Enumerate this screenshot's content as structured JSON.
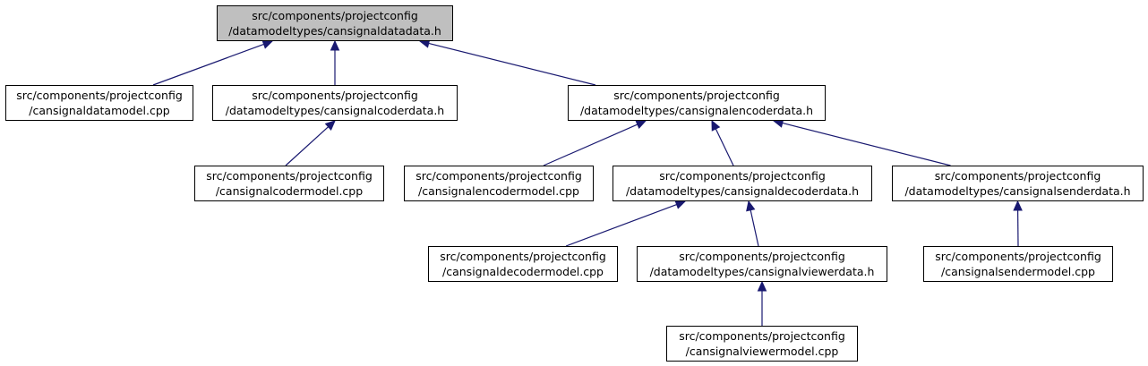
{
  "colors": {
    "edge": "#191970",
    "border": "#000000",
    "root_fill": "#bfbfbf",
    "node_fill": "#ffffff"
  },
  "nodes": {
    "root": {
      "line1": "src/components/projectconfig",
      "line2": "/datamodeltypes/cansignaldatadata.h"
    },
    "datamodel_cpp": {
      "line1": "src/components/projectconfig",
      "line2": "/cansignaldatamodel.cpp"
    },
    "coderdata_h": {
      "line1": "src/components/projectconfig",
      "line2": "/datamodeltypes/cansignalcoderdata.h"
    },
    "encoderdata_h": {
      "line1": "src/components/projectconfig",
      "line2": "/datamodeltypes/cansignalencoderdata.h"
    },
    "codermodel_cpp": {
      "line1": "src/components/projectconfig",
      "line2": "/cansignalcodermodel.cpp"
    },
    "encodermodel_cpp": {
      "line1": "src/components/projectconfig",
      "line2": "/cansignalencodermodel.cpp"
    },
    "decoderdata_h": {
      "line1": "src/components/projectconfig",
      "line2": "/datamodeltypes/cansignaldecoderdata.h"
    },
    "senderdata_h": {
      "line1": "src/components/projectconfig",
      "line2": "/datamodeltypes/cansignalsenderdata.h"
    },
    "decodermodel_cpp": {
      "line1": "src/components/projectconfig",
      "line2": "/cansignaldecodermodel.cpp"
    },
    "viewerdata_h": {
      "line1": "src/components/projectconfig",
      "line2": "/datamodeltypes/cansignalviewerdata.h"
    },
    "sendermodel_cpp": {
      "line1": "src/components/projectconfig",
      "line2": "/cansignalsendermodel.cpp"
    },
    "viewermodel_cpp": {
      "line1": "src/components/projectconfig",
      "line2": "/cansignalviewermodel.cpp"
    }
  },
  "edges": [
    {
      "from": "datamodel_cpp",
      "to": "root"
    },
    {
      "from": "coderdata_h",
      "to": "root"
    },
    {
      "from": "encoderdata_h",
      "to": "root"
    },
    {
      "from": "codermodel_cpp",
      "to": "coderdata_h"
    },
    {
      "from": "encodermodel_cpp",
      "to": "encoderdata_h"
    },
    {
      "from": "decoderdata_h",
      "to": "encoderdata_h"
    },
    {
      "from": "senderdata_h",
      "to": "encoderdata_h"
    },
    {
      "from": "decodermodel_cpp",
      "to": "decoderdata_h"
    },
    {
      "from": "viewerdata_h",
      "to": "decoderdata_h"
    },
    {
      "from": "sendermodel_cpp",
      "to": "senderdata_h"
    },
    {
      "from": "viewermodel_cpp",
      "to": "viewerdata_h"
    }
  ]
}
